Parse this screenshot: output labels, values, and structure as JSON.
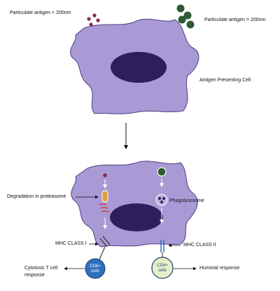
{
  "labels": {
    "small_antigen": "Particulate antigen < 200nm",
    "large_antigen": "Particulate antigen > 200nm",
    "apc": "Antigen Presenting Cell",
    "degradation": "Degradation in proteasome",
    "phagolysosome": "Phagolysosome",
    "mhc1": "MHC CLASS I",
    "mhc2": "MHC CLASS II",
    "cytotoxic_line1": "Cytotoxic T cell",
    "cytotoxic_line2": "response",
    "humoral": "Humoral response"
  },
  "cells": {
    "cd8_line1": "CD8+",
    "cd8_line2": "cells",
    "cd4_line1": "CD4+",
    "cd4_line2": "cells"
  },
  "colors": {
    "cell_fill": "#a99ad6",
    "cell_stroke": "#4a3f80",
    "nucleus": "#2e1f5c",
    "small_particle": "#8a2a4a",
    "large_particle": "#2e5a36",
    "cd8_fill": "#2f6fbd",
    "cd4_fill": "#e6efc8"
  }
}
